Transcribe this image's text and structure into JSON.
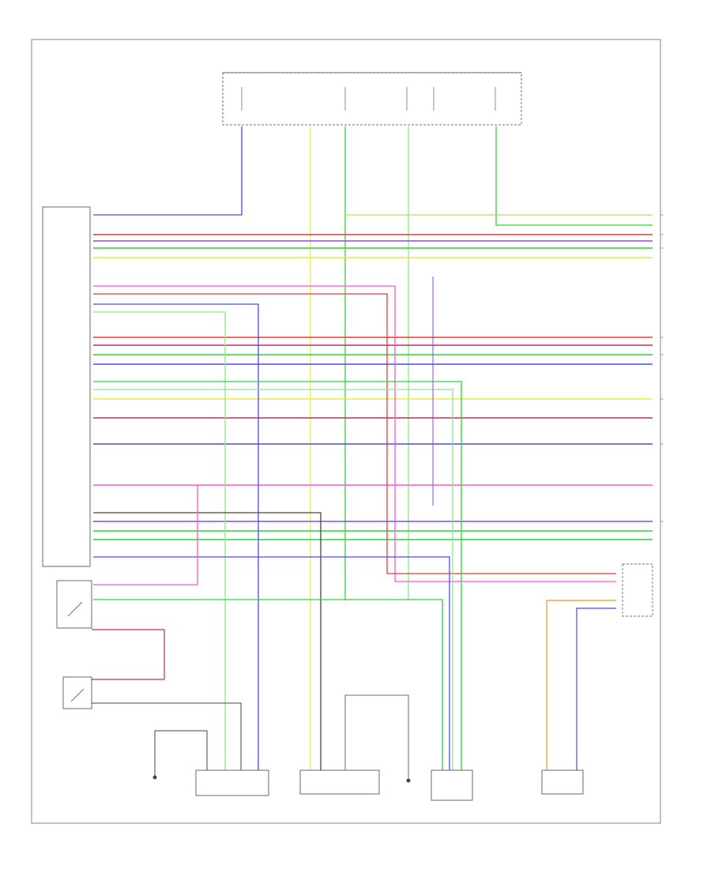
{
  "footer_code": "",
  "colors": {
    "blue": "#4a4af0",
    "red": "#e83a3a",
    "green": "#2fd23a",
    "yellow": "#eaea44",
    "pink": "#ff55dd",
    "violet": "#8a4ae0",
    "orange": "#ffa044",
    "gray": "#888888",
    "dark": "#444444"
  },
  "components": {
    "fuse_box": "",
    "ecu": "",
    "sensor_a": "",
    "sensor_b": "",
    "ground_left": "",
    "actuator_left": "",
    "control_module": "",
    "ground_mid": "",
    "actuator_right": "",
    "sensor_right": "",
    "box_right": ""
  },
  "wires": [
    {
      "color": "blue"
    },
    {
      "color": "red"
    },
    {
      "color": "green"
    },
    {
      "color": "yellow"
    },
    {
      "color": "pink"
    },
    {
      "color": "violet"
    },
    {
      "color": "orange"
    }
  ]
}
